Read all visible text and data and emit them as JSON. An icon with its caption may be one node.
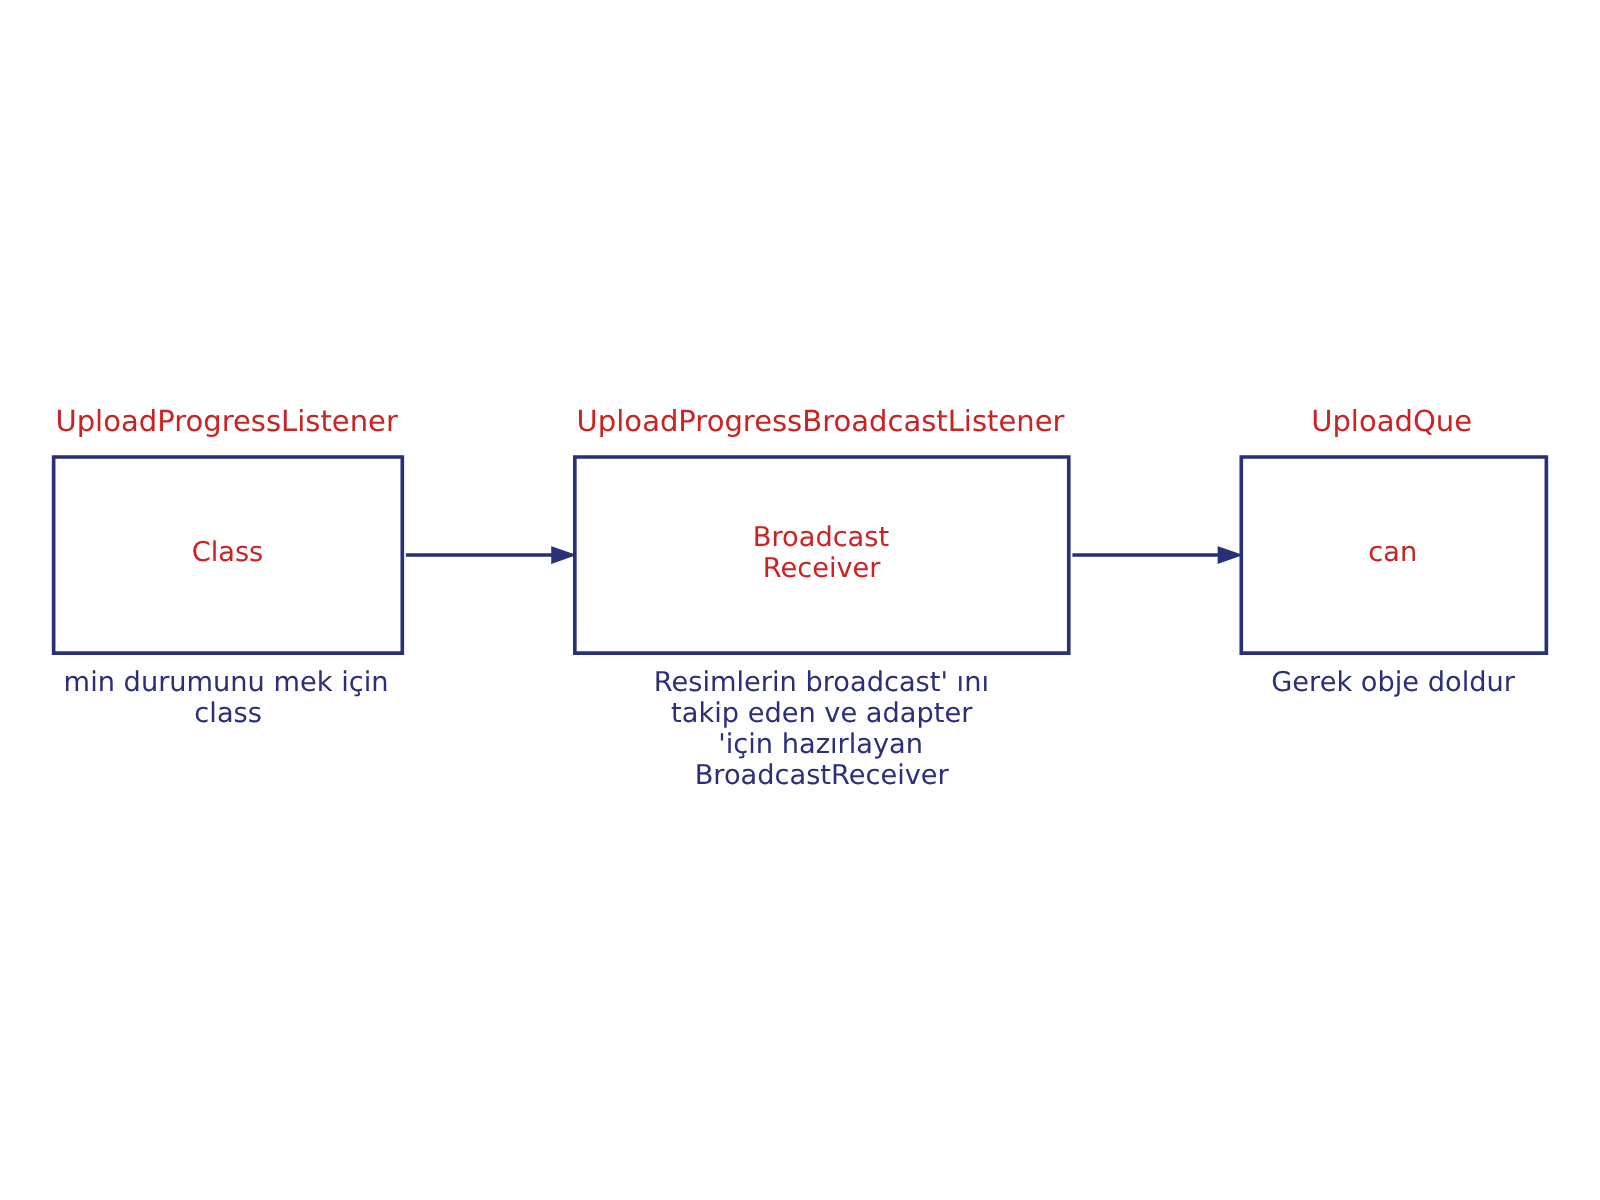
{
  "diagram": {
    "nodes": [
      {
        "text": [
          "UploadProgressListener",
          "Class"
        ],
        "beside": [
          "min durumunu mek için class"
        ]
      },
      {
        "text": [
          "UploadProgressBroadcastListener",
          "Broadcast Receiver"
        ],
        "beside": [
          "Resimlerin broadcast' ını takip eden ve adapter 'için hazırlayan BroadcastReceiver"
        ]
      },
      {
        "text": [
          "UploadQue",
          "can"
        ],
        "beside": [
          "Gerek obje doldur"
        ]
      }
    ],
    "edges": [
      {
        "from": 0,
        "to": 1,
        "arrow": "to"
      },
      {
        "from": 1,
        "to": 2,
        "arrow": "to"
      }
    ]
  }
}
